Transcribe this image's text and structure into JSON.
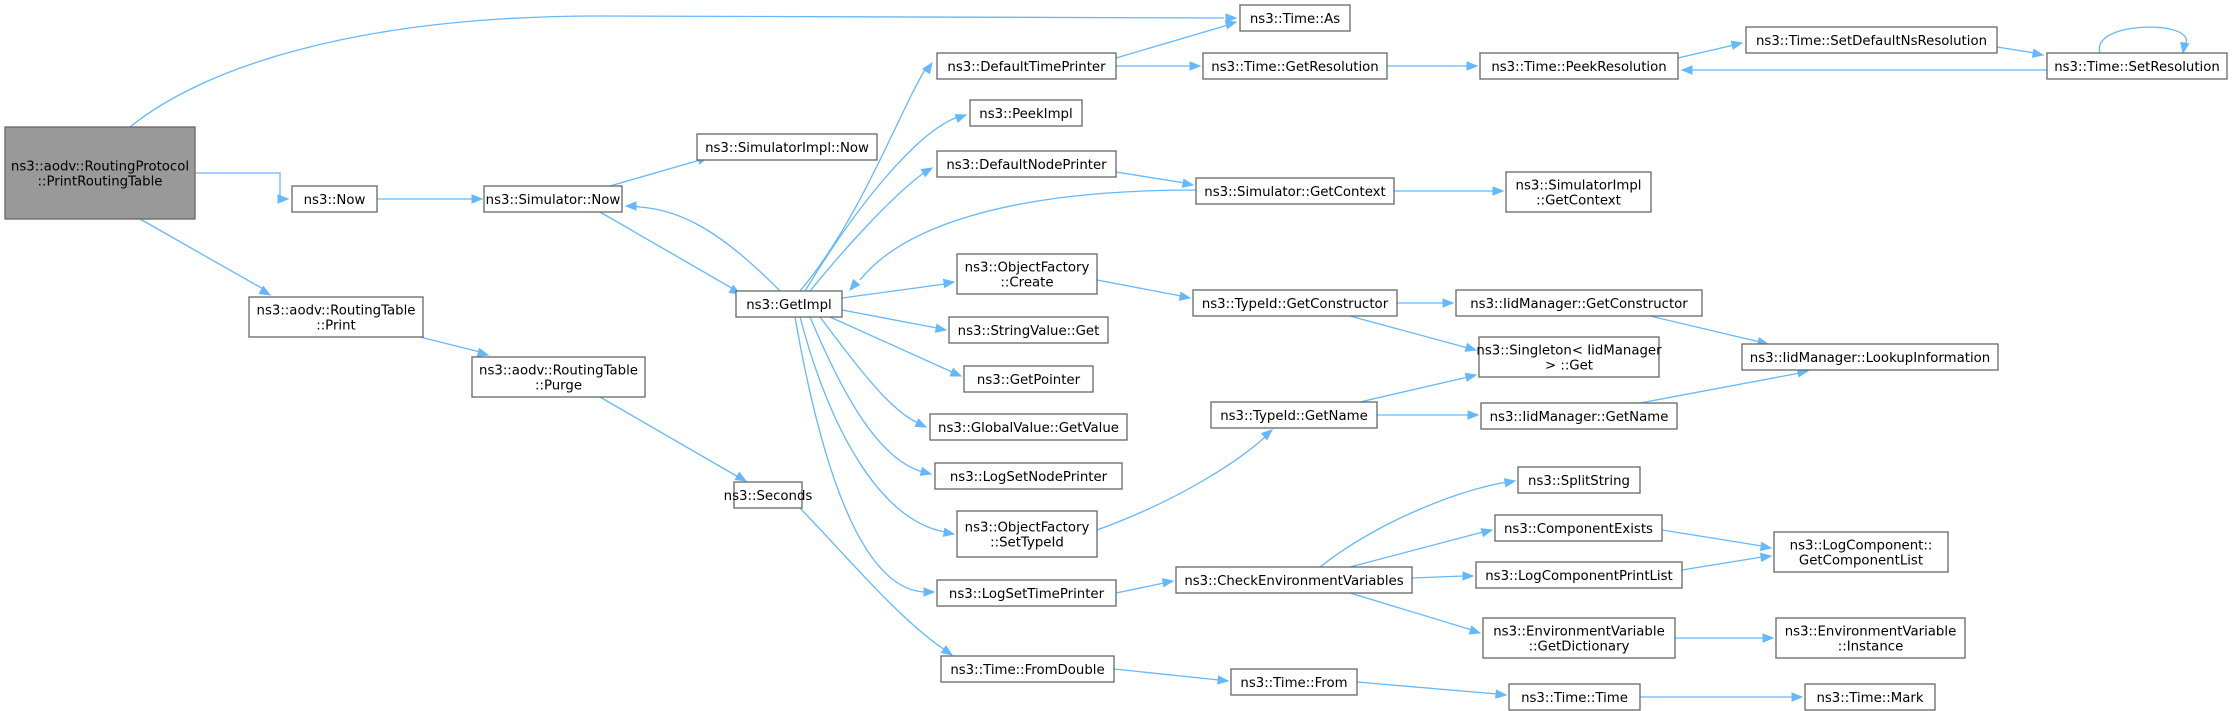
{
  "diagram": {
    "nodes": [
      {
        "id": "root",
        "lines": [
          "ns3::aodv::RoutingProtocol",
          "::PrintRoutingTable"
        ],
        "root": true
      },
      {
        "id": "now",
        "lines": [
          "ns3::Now"
        ]
      },
      {
        "id": "rtprint",
        "lines": [
          "ns3::aodv::RoutingTable",
          "::Print"
        ]
      },
      {
        "id": "simnow",
        "lines": [
          "ns3::Simulator::Now"
        ]
      },
      {
        "id": "rtpurge",
        "lines": [
          "ns3::aodv::RoutingTable",
          "::Purge"
        ]
      },
      {
        "id": "simimplnow",
        "lines": [
          "ns3::SimulatorImpl::Now"
        ]
      },
      {
        "id": "getimpl",
        "lines": [
          "ns3::GetImpl"
        ]
      },
      {
        "id": "seconds",
        "lines": [
          "ns3::Seconds"
        ]
      },
      {
        "id": "deftimeprinter",
        "lines": [
          "ns3::DefaultTimePrinter"
        ]
      },
      {
        "id": "peekimpl",
        "lines": [
          "ns3::PeekImpl"
        ]
      },
      {
        "id": "defnodeprinter",
        "lines": [
          "ns3::DefaultNodePrinter"
        ]
      },
      {
        "id": "ofcreate",
        "lines": [
          "ns3::ObjectFactory",
          "::Create"
        ]
      },
      {
        "id": "strget",
        "lines": [
          "ns3::StringValue::Get"
        ]
      },
      {
        "id": "getptr",
        "lines": [
          "ns3::GetPointer"
        ]
      },
      {
        "id": "gvgetvalue",
        "lines": [
          "ns3::GlobalValue::GetValue"
        ]
      },
      {
        "id": "lognodeprinter",
        "lines": [
          "ns3::LogSetNodePrinter"
        ]
      },
      {
        "id": "ofsettypeid",
        "lines": [
          "ns3::ObjectFactory",
          "::SetTypeId"
        ]
      },
      {
        "id": "logtimeprinter",
        "lines": [
          "ns3::LogSetTimePrinter"
        ]
      },
      {
        "id": "fromdouble",
        "lines": [
          "ns3::Time::FromDouble"
        ]
      },
      {
        "id": "timeas",
        "lines": [
          "ns3::Time::As"
        ]
      },
      {
        "id": "getres",
        "lines": [
          "ns3::Time::GetResolution"
        ]
      },
      {
        "id": "simgetctx",
        "lines": [
          "ns3::Simulator::GetContext"
        ]
      },
      {
        "id": "tidgetctor",
        "lines": [
          "ns3::TypeId::GetConstructor"
        ]
      },
      {
        "id": "tidgetname",
        "lines": [
          "ns3::TypeId::GetName"
        ]
      },
      {
        "id": "checkenv",
        "lines": [
          "ns3::CheckEnvironmentVariables"
        ]
      },
      {
        "id": "timefrom",
        "lines": [
          "ns3::Time::From"
        ]
      },
      {
        "id": "peekres",
        "lines": [
          "ns3::Time::PeekResolution"
        ]
      },
      {
        "id": "simimplgetctx",
        "lines": [
          "ns3::SimulatorImpl",
          "::GetContext"
        ]
      },
      {
        "id": "iidgetctor",
        "lines": [
          "ns3::IidManager::GetConstructor"
        ]
      },
      {
        "id": "singleton",
        "lines": [
          "ns3::Singleton< IidManager",
          "> ::Get"
        ]
      },
      {
        "id": "iidgetname",
        "lines": [
          "ns3::IidManager::GetName"
        ]
      },
      {
        "id": "splitstring",
        "lines": [
          "ns3::SplitString"
        ]
      },
      {
        "id": "compexists",
        "lines": [
          "ns3::ComponentExists"
        ]
      },
      {
        "id": "logcompprint",
        "lines": [
          "ns3::LogComponentPrintList"
        ]
      },
      {
        "id": "envgetdict",
        "lines": [
          "ns3::EnvironmentVariable",
          "::GetDictionary"
        ]
      },
      {
        "id": "timetime",
        "lines": [
          "ns3::Time::Time"
        ]
      },
      {
        "id": "setdefnsres",
        "lines": [
          "ns3::Time::SetDefaultNsResolution"
        ]
      },
      {
        "id": "iidlookup",
        "lines": [
          "ns3::IidManager::LookupInformation"
        ]
      },
      {
        "id": "logcompgetlist",
        "lines": [
          "ns3::LogComponent::",
          "GetComponentList"
        ]
      },
      {
        "id": "envinstance",
        "lines": [
          "ns3::EnvironmentVariable",
          "::Instance"
        ]
      },
      {
        "id": "timemark",
        "lines": [
          "ns3::Time::Mark"
        ]
      },
      {
        "id": "setres",
        "lines": [
          "ns3::Time::SetResolution"
        ]
      }
    ]
  }
}
